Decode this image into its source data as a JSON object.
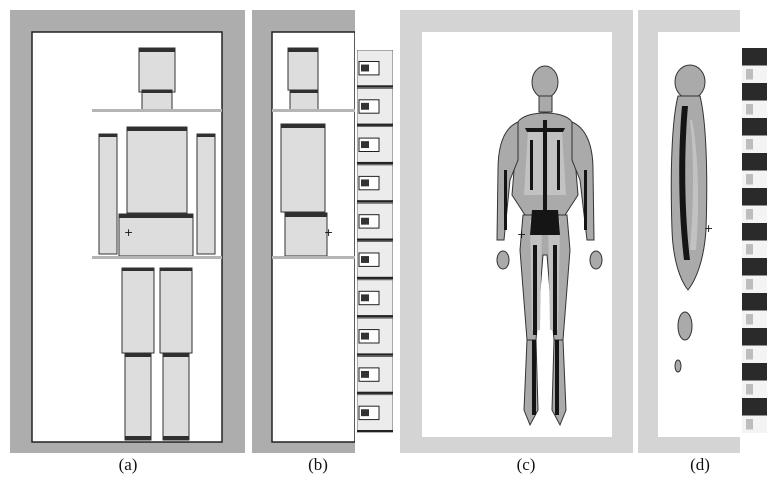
{
  "figure": {
    "captions": {
      "a": "(a)",
      "b": "(b)",
      "c": "(c)",
      "d": "(d)"
    },
    "colors": {
      "frame_gray": "#adadad",
      "frame_light": "#d4d4d4",
      "box_fill": "#dddddd",
      "box_cap": "#303030",
      "body_fill": "#aaaaaa",
      "body_light": "#c2c2c2",
      "bone": "#151515"
    },
    "strip_pattern": "alternating-light-dark"
  }
}
